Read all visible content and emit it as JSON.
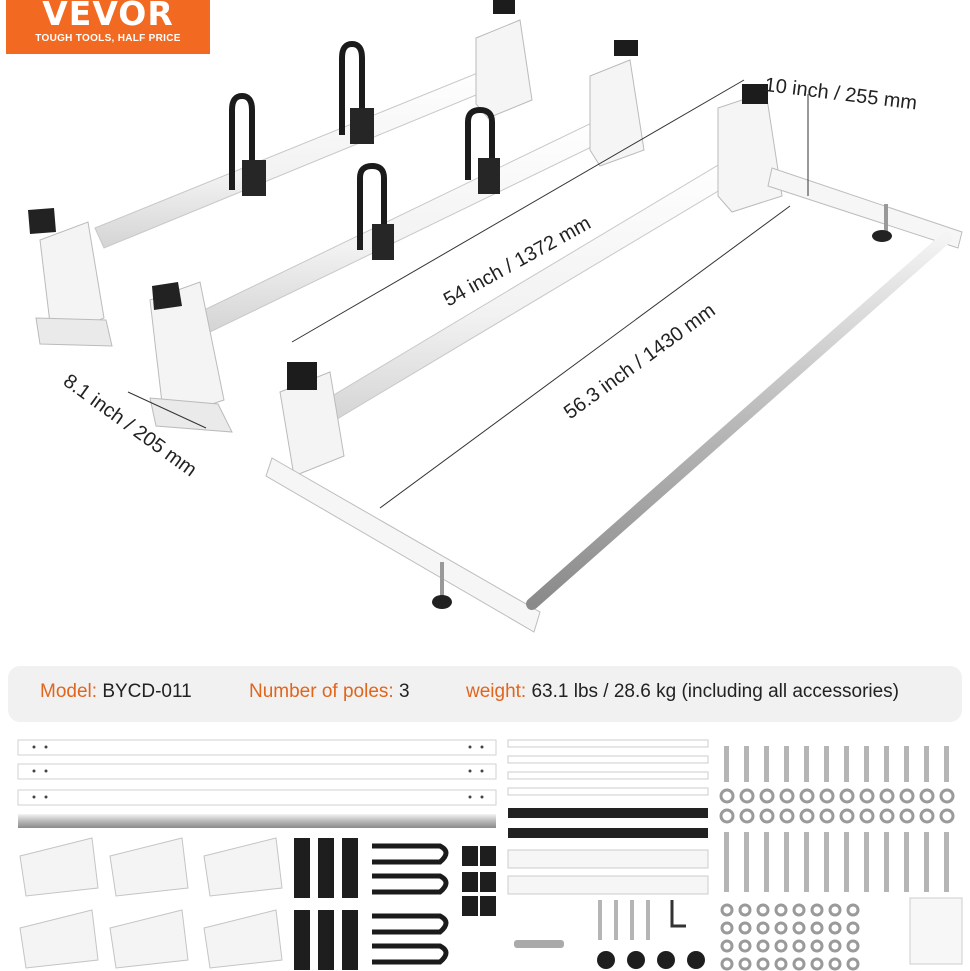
{
  "logo": {
    "brand": "VEVOR",
    "tagline": "TOUGH TOOLS, HALF PRICE",
    "color": "#f26a21"
  },
  "dimensions": {
    "height": "10 inch / 255 mm",
    "inner_length": "54 inch / 1372 mm",
    "outer_length": "56.3 inch / 1430 mm",
    "foot_width": "8.1 inch / 205 mm"
  },
  "specs": {
    "model_label": "Model:",
    "model_value": "BYCD-011",
    "poles_label": "Number of poles:",
    "poles_value": "3",
    "weight_label": "weight:",
    "weight_value": "63.1 lbs / 28.6 kg (including all accessories)"
  },
  "accent_color": "#e0651d"
}
